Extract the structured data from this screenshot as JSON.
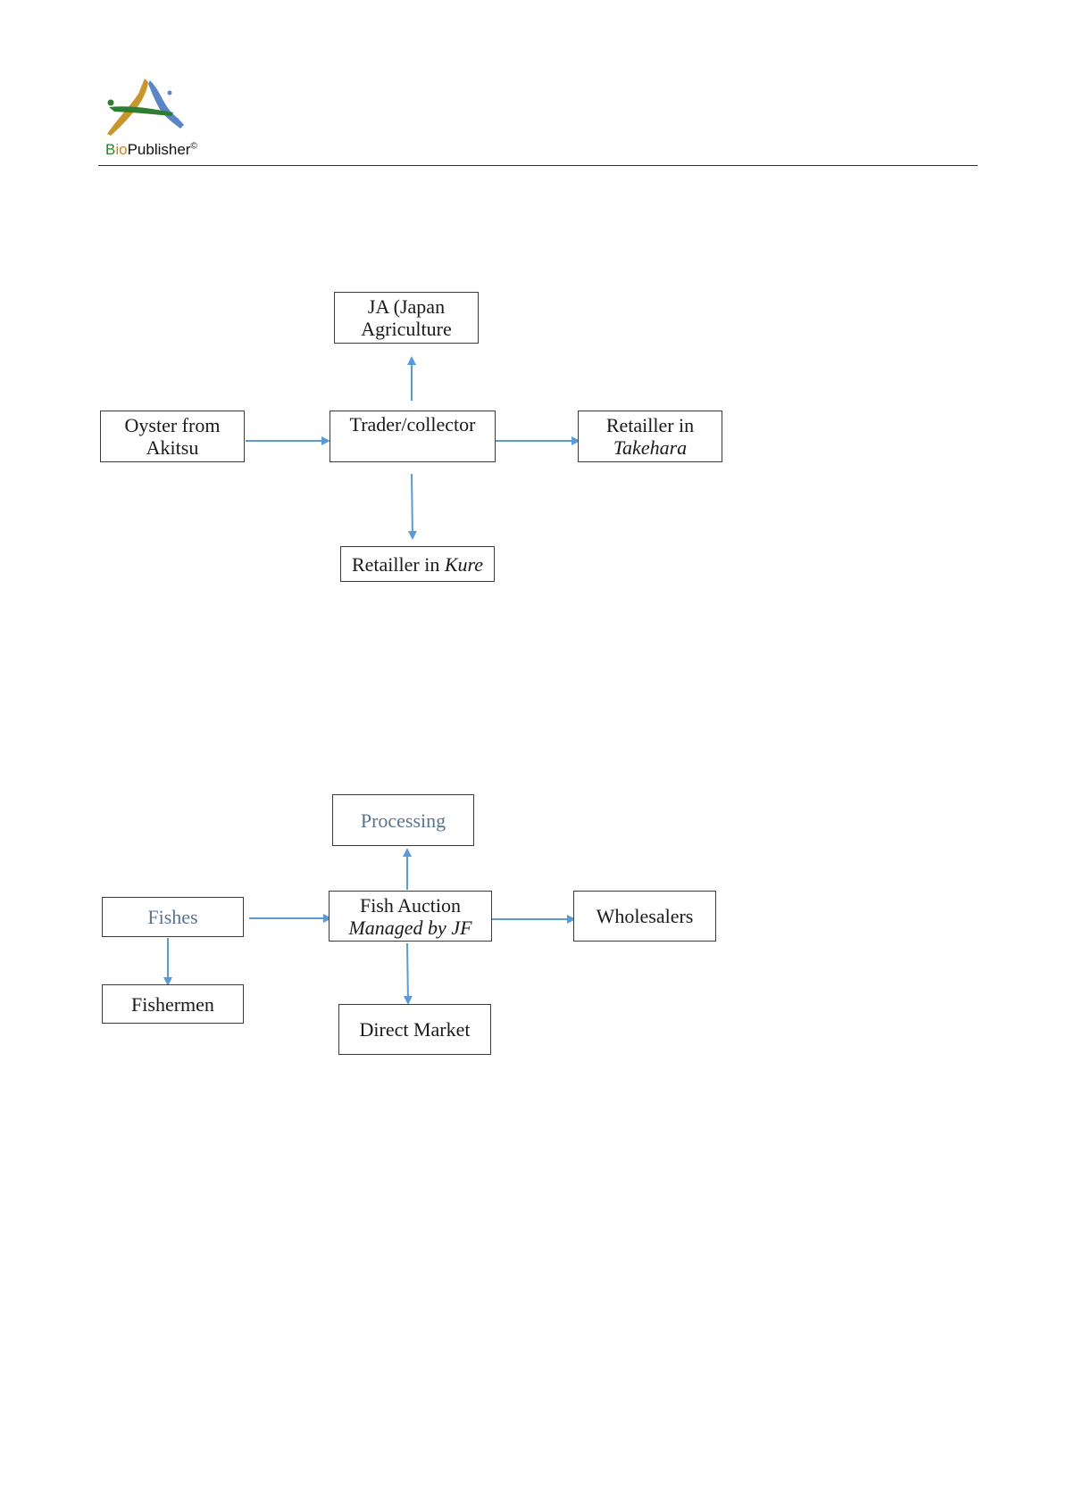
{
  "header": {
    "logo_text_b": "B",
    "logo_text_io": "io",
    "logo_text_rest": "Publisher",
    "logo_copyright": "©"
  },
  "diagram1": {
    "ja_line1": "JA (Japan",
    "ja_line2": "Agriculture",
    "oyster_line1": "Oyster from",
    "oyster_line2": "Akitsu",
    "trader": "Trader/collector",
    "takehara_line1": "Retailler in",
    "takehara_line2": "Takehara",
    "kure_prefix": "Retailler in ",
    "kure_place": "Kure"
  },
  "diagram2": {
    "processing": "Processing",
    "fishes": "Fishes",
    "auction_line1": "Fish Auction",
    "auction_line2": "Managed by JF",
    "wholesalers": "Wholesalers",
    "fishermen": "Fishermen",
    "direct_market": "Direct Market"
  },
  "colors": {
    "arrow": "#5b9bd5",
    "box_border": "#3a3a3a",
    "muted_text": "#5a7390"
  }
}
